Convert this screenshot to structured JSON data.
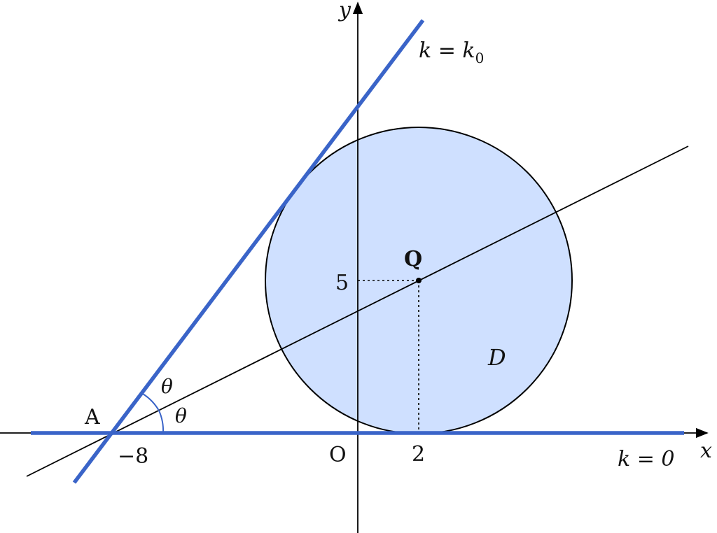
{
  "labels": {
    "y_axis": "y",
    "x_axis": "x",
    "line_k0": "k = k",
    "line_k0_sub": "0",
    "line_kzero": "k = 0",
    "point_q": "Q",
    "point_a": "A",
    "origin": "O",
    "tick_x_neg8": "−8",
    "tick_x_2": "2",
    "tick_y_5": "5",
    "region_d": "D",
    "angle_upper": "θ",
    "angle_lower": "θ"
  },
  "colors": {
    "axis": "#000000",
    "tangent_lines": "#3a64c8",
    "disk_fill": "#cfe0ff",
    "disk_stroke": "#000000",
    "angle_arc": "#3a64c8"
  }
}
